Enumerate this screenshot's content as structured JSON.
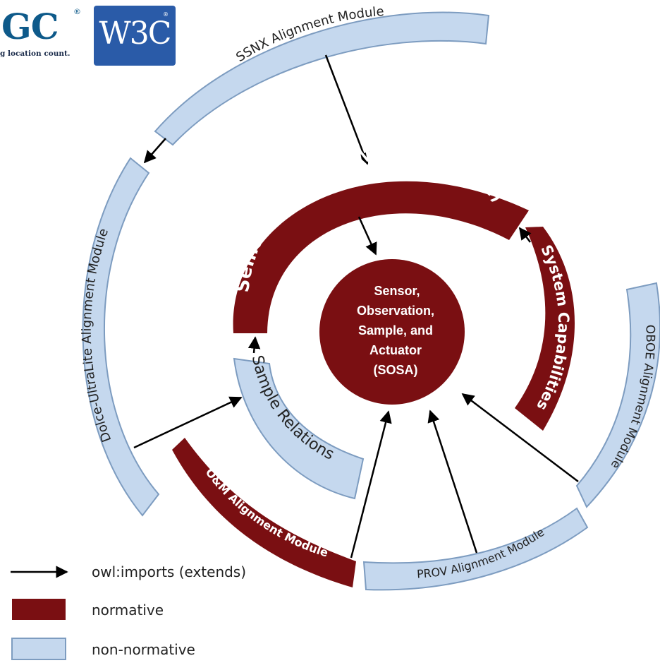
{
  "logos": {
    "ogc_text": "GC",
    "ogc_reg": "®",
    "ogc_tagline": "g location count.",
    "w3c_text": "W3C",
    "w3c_reg": "®"
  },
  "colors": {
    "normative_fill": "#7a0f12",
    "non_normative_fill": "#c5d8ee",
    "non_normative_stroke": "#7d9cc0",
    "arrow": "#000000"
  },
  "core": {
    "lines": [
      "Sensor,",
      "Observation,",
      "Sample, and",
      "Actuator",
      "(SOSA)"
    ]
  },
  "modules": {
    "ssn": "Semantic Sensor Network (SSN)",
    "system_capabilities": "System Capabilities",
    "sample_relations": "Sample Relations",
    "ssnx": "SSNX Alignment Module",
    "dolce": "Dolce-UltraLite Alignment Module",
    "oboe": "OBOE Alignment Module",
    "prov": "PROV Alignment Module",
    "om": "O&M Alignment Module"
  },
  "legend": {
    "imports": "owl:imports (extends)",
    "normative": "normative",
    "non_normative": "non-normative"
  }
}
